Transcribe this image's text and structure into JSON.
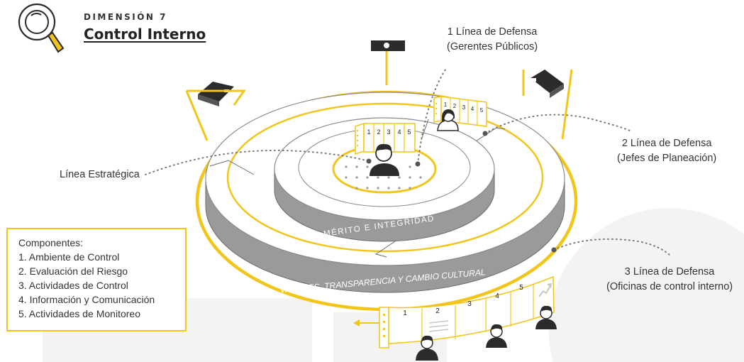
{
  "header": {
    "dimension_label": "DIMENSIÓN 7",
    "title": "Control Interno"
  },
  "lines": {
    "first": {
      "title": "1 Línea de Defensa",
      "subtitle": "(Gerentes Públicos)"
    },
    "second": {
      "title": "2 Línea de Defensa",
      "subtitle": "(Jefes de Planeación)"
    },
    "third": {
      "title": "3 Línea de Defensa",
      "subtitle": "(Oficinas de control interno)"
    },
    "strategic": "Línea Estratégica"
  },
  "rings": {
    "inner_band": "MÉRITO E INTEGRIDAD",
    "outer_band": "VALORES, TRANSPARENCIA Y CAMBIO CULTURAL"
  },
  "components": {
    "title": "Componentes:",
    "items": [
      "1. Ambiente de Control",
      "2. Evaluación del Riesgo",
      "3. Actividades de Control",
      "4. Información y Comunicación",
      "5. Actividades de Monitoreo"
    ]
  },
  "panel_numbers": [
    "1",
    "2",
    "3",
    "4",
    "5"
  ],
  "icons": [
    "magnifier-icon",
    "camera-icon",
    "projector-icon",
    "person-icon",
    "trend-chart-icon"
  ],
  "colors": {
    "accent": "#f2c51a",
    "band": "#9a9a9a",
    "dark": "#2b2b2b"
  }
}
